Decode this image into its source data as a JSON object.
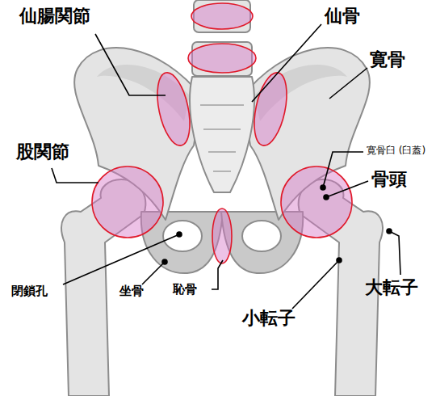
{
  "diagram": {
    "labels": [
      "仙腸関節",
      "仙骨",
      "寛骨",
      "股関節",
      "寛骨臼 (臼蓋)",
      "骨頭",
      "大転子",
      "小転子",
      "閉鎖孔",
      "坐骨",
      "恥骨"
    ]
  }
}
